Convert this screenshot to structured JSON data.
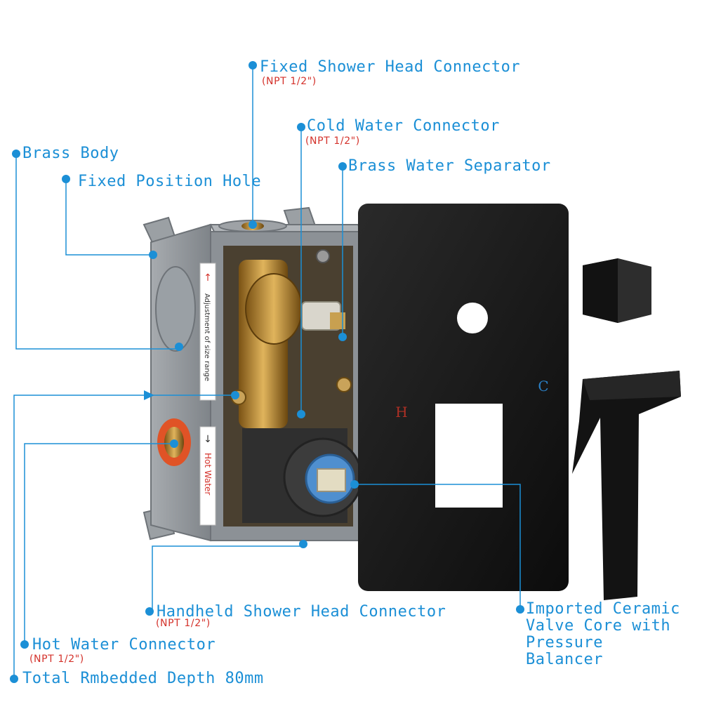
{
  "labels": {
    "fixed_shower_head": "Fixed Shower Head Connector",
    "fixed_shower_head_spec": "(NPT 1/2\")",
    "cold_water": "Cold Water Connector",
    "cold_water_spec": "(NPT 1/2\")",
    "brass_body": "Brass Body",
    "brass_water_separator": "Brass Water Separator",
    "fixed_position_hole": "Fixed Position Hole",
    "handheld_shower_head": "Handheld Shower Head Connector",
    "handheld_shower_head_spec": "(NPT 1/2\")",
    "valve_core_lines": [
      "Imported Ceramic",
      "Valve Core with",
      "Pressure",
      "Balancer"
    ],
    "hot_water": "Hot Water Connector",
    "hot_water_spec": "(NPT 1/2\")",
    "embedded_depth": "Total Rmbedded Depth 80mm"
  },
  "box_text": {
    "adjustment": "Adjustment of size range",
    "hot_water": "Hot Water"
  },
  "plate_text": {
    "hot": "H",
    "cold": "C"
  },
  "colors": {
    "callout": "#1b8fd6",
    "spec": "#d4322b",
    "trim": "#151515",
    "housing": "#8e9398",
    "brass": "#c79a45"
  }
}
